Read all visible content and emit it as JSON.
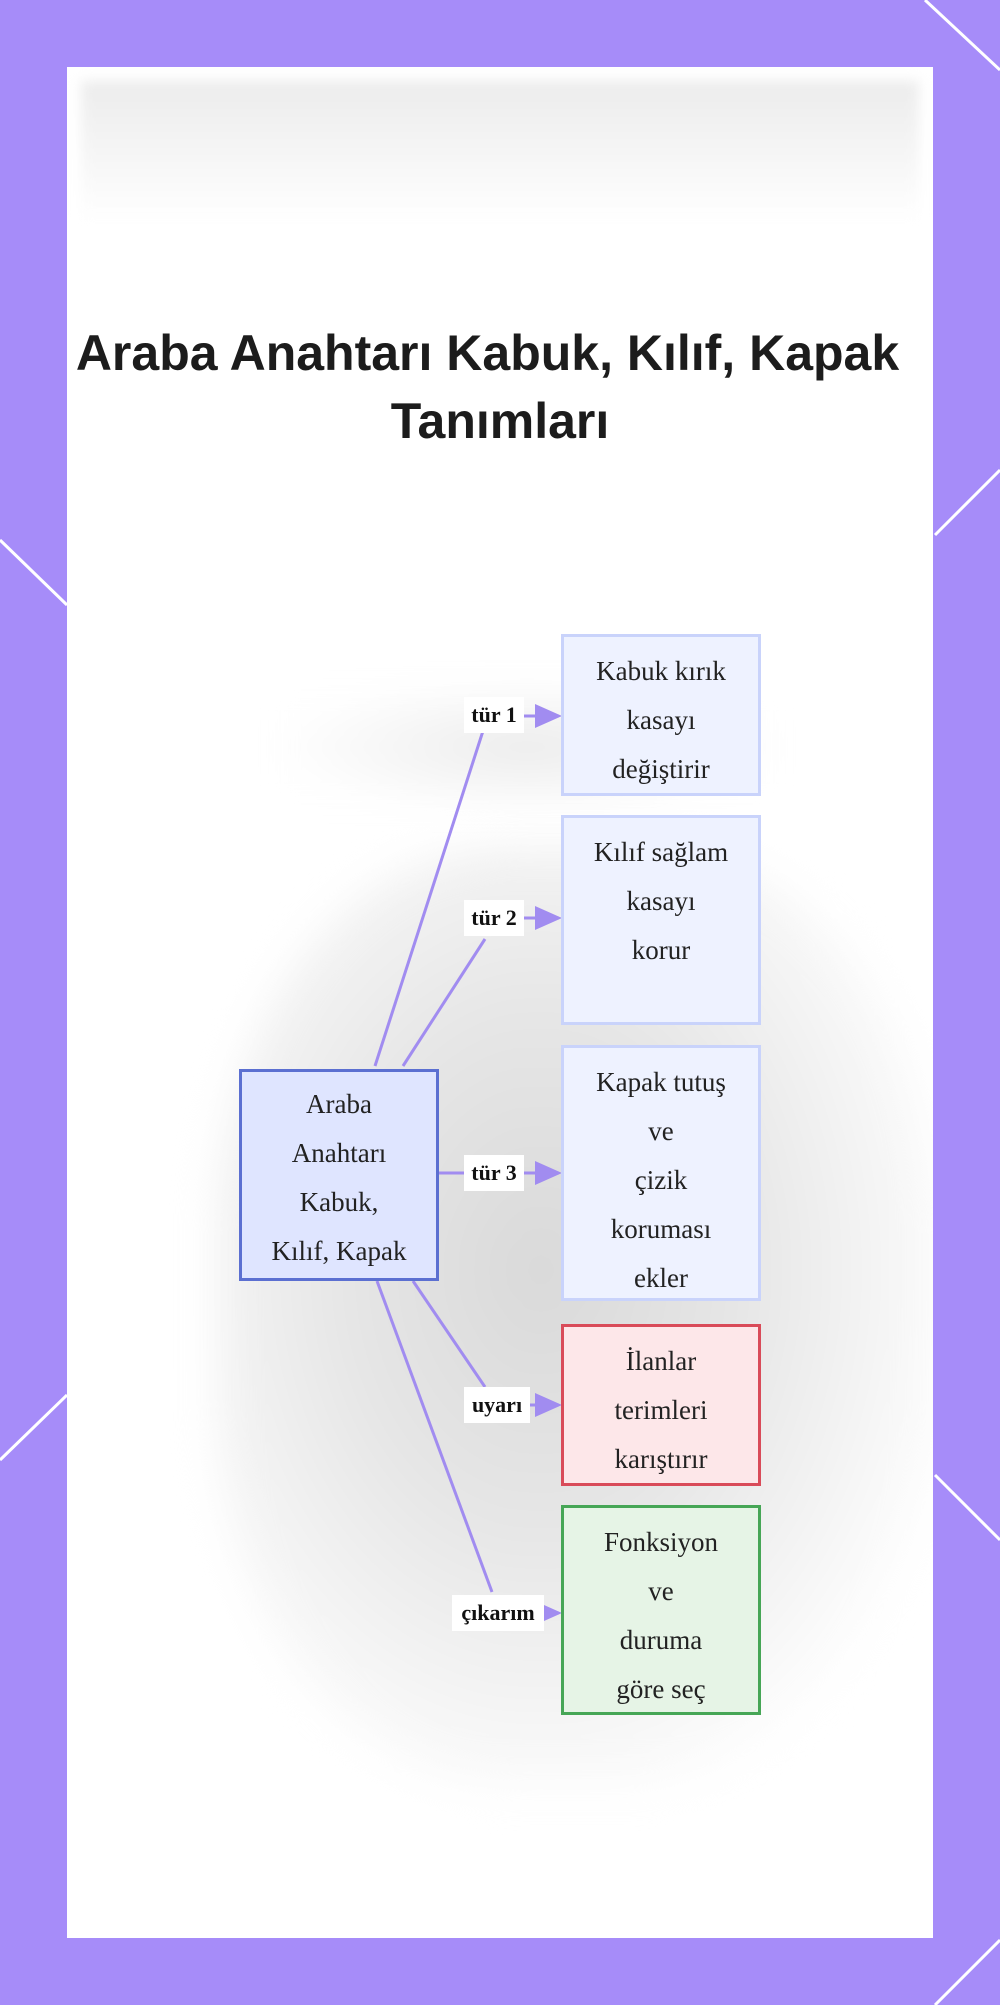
{
  "title": {
    "line1": "Araba Anahtarı Kabuk, Kılıf, Kapak",
    "line2": "Tanımları"
  },
  "nodes": {
    "root": "Araba\nAnahtarı\nKabuk,\nKılıf, Kapak",
    "kabuk": "Kabuk kırık\nkasayı\ndeğiştirir",
    "kilif": "Kılıf sağlam\nkasayı\nkorur",
    "kapak": "Kapak tutuş\nve\nçizik\nkoruması\nekler",
    "uyari": "İlanlar\nterimleri\nkarıştırır",
    "cikarim": "Fonksiyon\nve\nduruma\ngöre seç"
  },
  "edges": {
    "tur1": "tür 1",
    "tur2": "tür 2",
    "tur3": "tür 3",
    "uyari": "uyarı",
    "cikarim": "çıkarım"
  },
  "colors": {
    "frame": "#a68cf9",
    "edge": "#a18cf0",
    "root_fill": "#dfe5ff",
    "root_border": "#5b6fd1",
    "type_fill": "#eef2ff",
    "type_border": "#c9d3fb",
    "warning_fill": "#fde7e9",
    "warning_border": "#d94b59",
    "result_fill": "#e6f4e6",
    "result_border": "#46a656"
  }
}
